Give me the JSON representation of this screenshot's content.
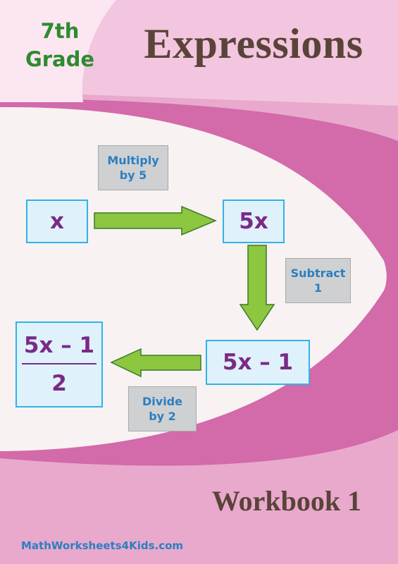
{
  "header": {
    "grade_line1": "7th",
    "grade_line2": "Grade",
    "title": "Expressions"
  },
  "flow": {
    "start": "x",
    "step1_label_line1": "Multiply",
    "step1_label_line2": "by 5",
    "result1": "5x",
    "step2_label_line1": "Subtract",
    "step2_label_line2": "1",
    "result2": "5x – 1",
    "step3_label_line1": "Divide",
    "step3_label_line2": "by 2",
    "final_numerator": "5x – 1",
    "final_denominator": "2"
  },
  "workbook_label": "Workbook 1",
  "footer_brand": "MathWorksheets4Kids.com",
  "colors": {
    "background": "#e8a9cd",
    "band": "#d36aa9",
    "panel": "#f8f2f3",
    "grade_green": "#2e8b2f",
    "title_brown": "#5a4339",
    "box_border": "#2fb4e8",
    "box_fill": "#dff1fb",
    "math_purple": "#7a2a86",
    "label_blue": "#2a7fc1",
    "arrow_green": "#8dc63f"
  }
}
